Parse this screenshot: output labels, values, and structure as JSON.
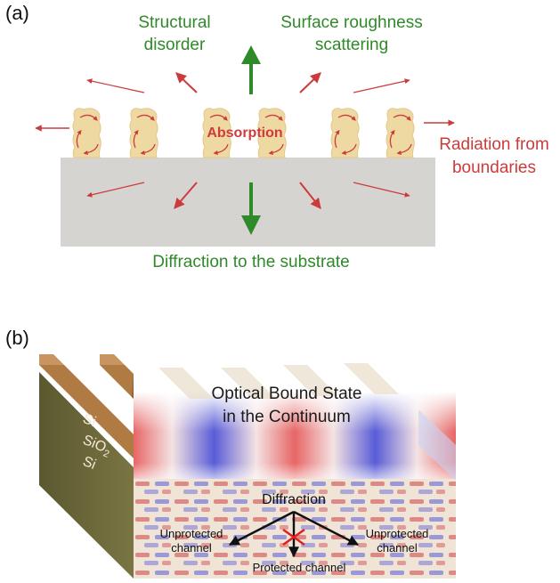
{
  "panel_a": {
    "label": "(a)",
    "structural_disorder": [
      "Structural",
      "disorder"
    ],
    "surface_roughness": [
      "Surface roughness",
      "scattering"
    ],
    "absorption": "Absorption",
    "radiation": [
      "Radiation from",
      "boundaries"
    ],
    "diffraction_substrate": "Diffraction to the substrate"
  },
  "panel_b": {
    "label": "(b)",
    "bic_title": [
      "Optical Bound State",
      "in the Continuum"
    ],
    "layer_si_top": "Si",
    "layer_sio": "SiO",
    "layer_sio_sub": "2",
    "layer_si_bottom": "Si",
    "diffraction": "Diffraction",
    "unprotected_left": [
      "Unprotected",
      "channel"
    ],
    "unprotected_right": [
      "Unprotected",
      "channel"
    ],
    "protected": "Protected channel"
  },
  "colors": {
    "green": "#2f8a2a",
    "red": "#cc3b3b",
    "substrate": "#d6d4d1",
    "pillar": "#efd9a2",
    "olive": "#6e6a3a",
    "copper": "#b07a43"
  }
}
